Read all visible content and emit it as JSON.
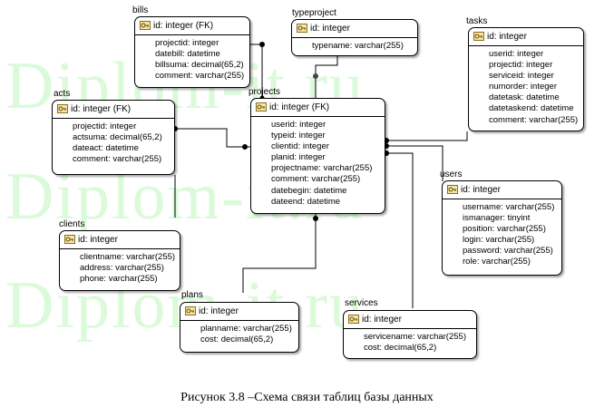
{
  "watermark": [
    "Diplom-it.ru",
    "Diplom-it.ru",
    "Diplom-it.ru"
  ],
  "caption": "Рисунок 3.8 –Схема связи таблиц базы данных",
  "colors": {
    "line": "#000000",
    "entity_border": "#000000",
    "watermark": "#96f096"
  },
  "icons": {
    "primary_key": "key-icon"
  },
  "entities": [
    {
      "id": "bills",
      "name": "bills",
      "pk": "id: integer (FK)",
      "fields": [
        "projectid: integer",
        "datebill: datetime",
        "billsuma: decimal(65,2)",
        "comment: varchar(255)"
      ]
    },
    {
      "id": "typeproject",
      "name": "typeproject",
      "pk": "id: integer",
      "fields": [
        "typename: varchar(255)"
      ]
    },
    {
      "id": "tasks",
      "name": "tasks",
      "pk": "id: integer",
      "fields": [
        "userid: integer",
        "projectid: integer",
        "serviceid: integer",
        "numorder: integer",
        "datetask: datetime",
        "datetaskend: datetime",
        "comment: varchar(255)"
      ]
    },
    {
      "id": "acts",
      "name": "acts",
      "pk": "id: integer (FK)",
      "fields": [
        "projectid: integer",
        "actsuma: decimal(65,2)",
        "dateact: datetime",
        "comment: varchar(255)"
      ]
    },
    {
      "id": "projects",
      "name": "projects",
      "pk": "id: integer (FK)",
      "fields": [
        "userid: integer",
        "typeid: integer",
        "clientid: integer",
        "planid: integer",
        "projectname: varchar(255)",
        "comment: varchar(255)",
        "datebegin: datetime",
        "dateend: datetime"
      ]
    },
    {
      "id": "users",
      "name": "users",
      "pk": "id: integer",
      "fields": [
        "username: varchar(255)",
        "ismanager: tinyint",
        "position: varchar(255)",
        "login: varchar(255)",
        "password: varchar(255)",
        "role: varchar(255)"
      ]
    },
    {
      "id": "clients",
      "name": "clients",
      "pk": "id: integer",
      "fields": [
        "clientname: varchar(255)",
        "address: varchar(255)",
        "phone: varchar(255)"
      ]
    },
    {
      "id": "plans",
      "name": "plans",
      "pk": "id: integer",
      "fields": [
        "planname: varchar(255)",
        "cost: decimal(65,2)"
      ]
    },
    {
      "id": "services",
      "name": "services",
      "pk": "id: integer",
      "fields": [
        "servicename: varchar(255)",
        "cost: decimal(65,2)"
      ]
    }
  ]
}
